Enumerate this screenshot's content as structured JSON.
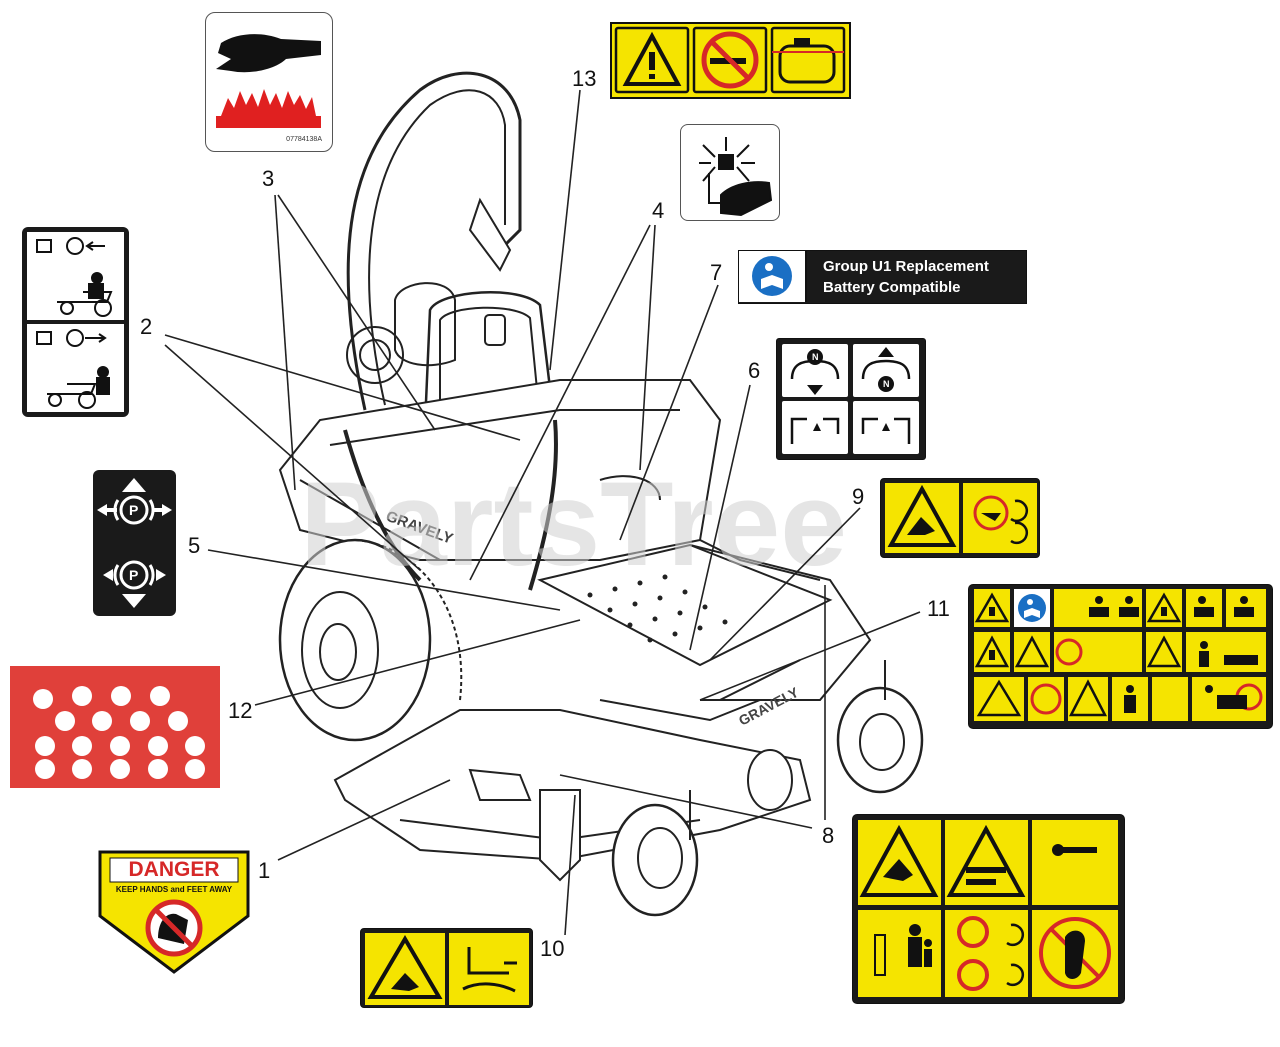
{
  "callouts": [
    {
      "num": "1"
    },
    {
      "num": "2"
    },
    {
      "num": "3"
    },
    {
      "num": "4"
    },
    {
      "num": "5"
    },
    {
      "num": "6"
    },
    {
      "num": "7"
    },
    {
      "num": "8"
    },
    {
      "num": "9"
    },
    {
      "num": "10"
    },
    {
      "num": "11"
    },
    {
      "num": "12"
    },
    {
      "num": "13"
    }
  ],
  "decals": {
    "hot_surface_code": "07784138A",
    "battery_text_line1": "Group U1 Replacement",
    "battery_text_line2": "Battery Compatible",
    "danger_title": "DANGER",
    "danger_sub": "KEEP HANDS and FEET AWAY",
    "mower_brand": "GRAVELY",
    "watermark": "PartsTree"
  },
  "colors": {
    "decal_yellow": "#f5e400",
    "danger_red": "#d62828",
    "chart_red": "#e0403a",
    "battery_blue": "#1a6fc4"
  }
}
